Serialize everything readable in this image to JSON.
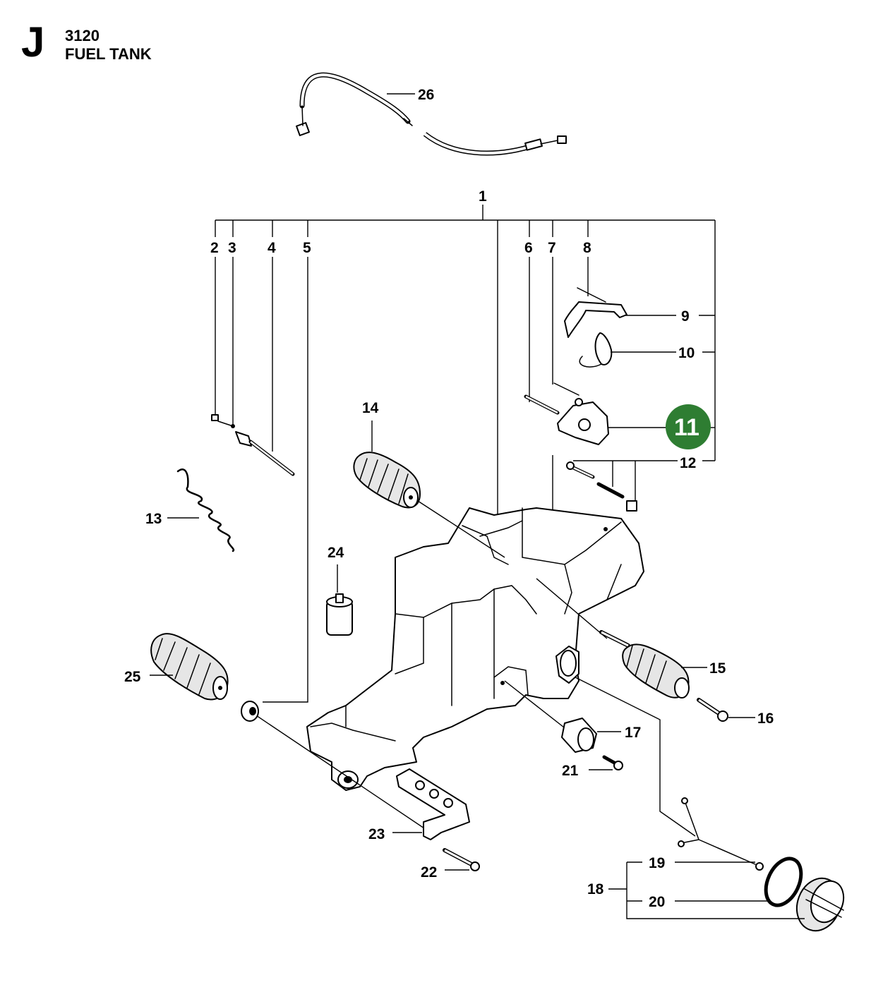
{
  "header": {
    "section_letter": "J",
    "model": "3120",
    "title": "FUEL TANK"
  },
  "highlight_color": "#2e7d32",
  "labels": {
    "p1": "1",
    "p2": "2",
    "p3": "3",
    "p4": "4",
    "p5": "5",
    "p6": "6",
    "p7": "7",
    "p8": "8",
    "p9": "9",
    "p10": "10",
    "p11": "11",
    "p12": "12",
    "p13": "13",
    "p14": "14",
    "p15": "15",
    "p16": "16",
    "p17": "17",
    "p18": "18",
    "p19": "19",
    "p20": "20",
    "p21": "21",
    "p22": "22",
    "p23": "23",
    "p24": "24",
    "p25": "25",
    "p26": "26"
  },
  "highlighted_part": "11"
}
